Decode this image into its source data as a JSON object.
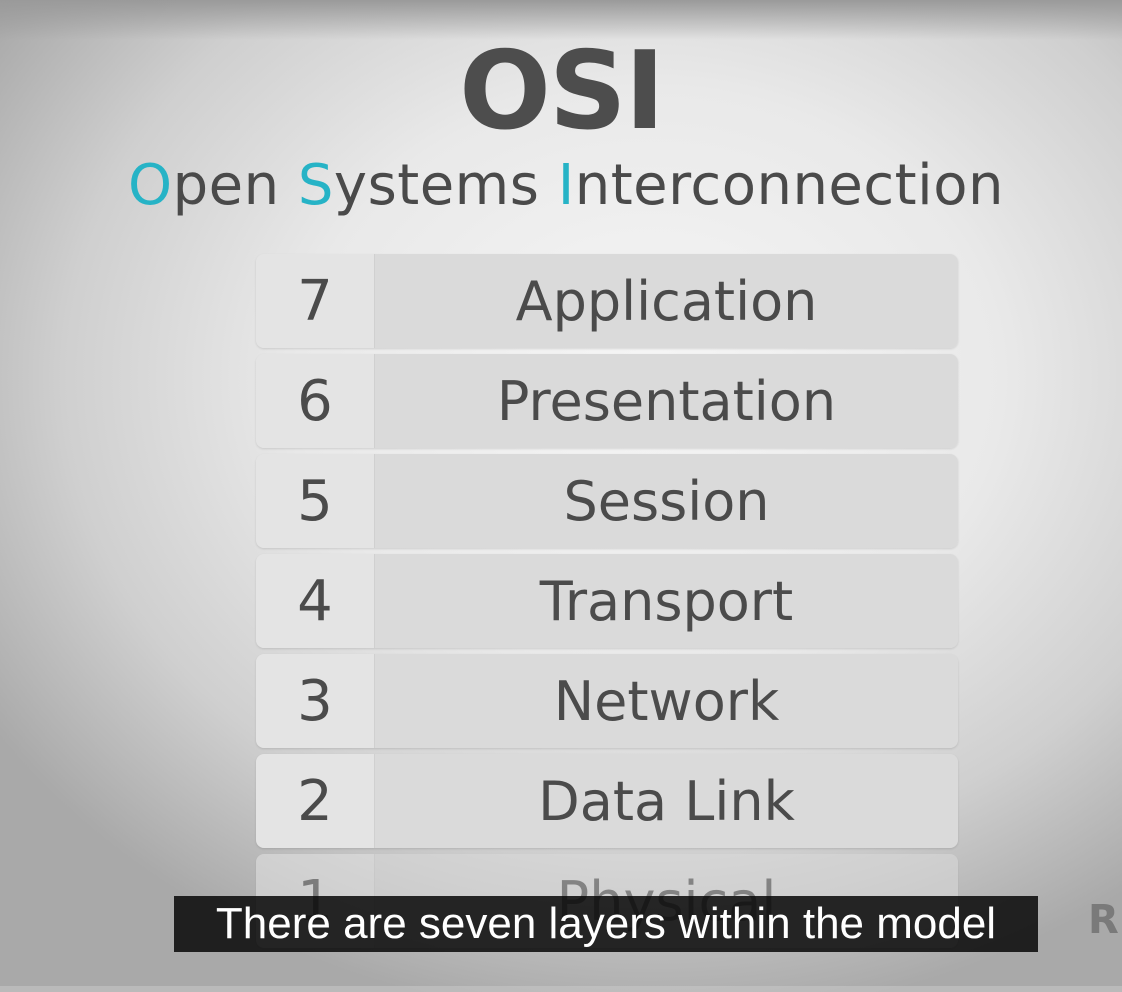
{
  "slide": {
    "title": "OSI",
    "subtitle_parts": [
      {
        "text": "O",
        "accent": true
      },
      {
        "text": "pen ",
        "accent": false
      },
      {
        "text": "S",
        "accent": true
      },
      {
        "text": "ystems ",
        "accent": false
      },
      {
        "text": "I",
        "accent": true
      },
      {
        "text": "nterconnection",
        "accent": false
      }
    ],
    "accent_color": "#26b3c6",
    "layers": [
      {
        "number": "7",
        "name": "Application"
      },
      {
        "number": "6",
        "name": "Presentation"
      },
      {
        "number": "5",
        "name": "Session"
      },
      {
        "number": "4",
        "name": "Transport"
      },
      {
        "number": "3",
        "name": "Network"
      },
      {
        "number": "2",
        "name": "Data Link"
      },
      {
        "number": "1",
        "name": "Physical"
      }
    ],
    "edge_letter": "R"
  },
  "caption": {
    "text": "There are seven layers within the model"
  }
}
